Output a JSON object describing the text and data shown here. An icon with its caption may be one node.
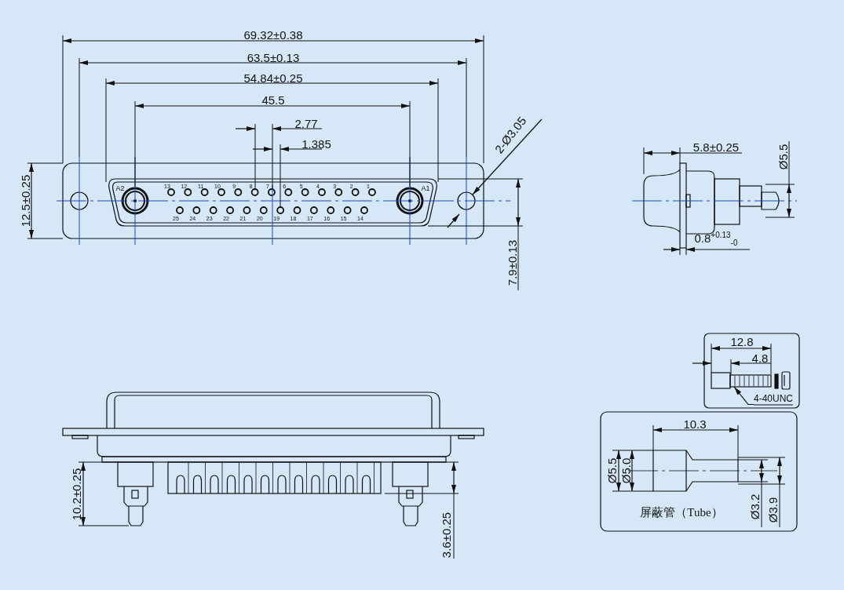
{
  "diagram": {
    "nodes": [
      {
        "text": [
          "4-40UNC"
        ]
      },
      {
        "text": [],
        "shape": "picture"
      }
    ],
    "edges": [
      {
        "from": 0,
        "to": 1,
        "arrow": "to"
      }
    ],
    "labels": [
      "69.32±0.38",
      "63.5±0.13",
      "54.84±0.25",
      "45.5",
      "2.77",
      "1.385",
      "2-Ø3.05",
      "5.8±0.25",
      "Ø5.5",
      "12.5±0.25",
      "A2",
      "13",
      "12",
      "11",
      "10",
      "9",
      "8",
      "7",
      "6",
      "5",
      "4",
      "3",
      "2",
      "1",
      "A1",
      "25",
      "24",
      "23",
      "22",
      "21",
      "20",
      "19",
      "18",
      "17",
      "16",
      "15",
      "14",
      "0.8$^{+0.13}$$_{-0}$",
      "7.9±0.13",
      "12.8",
      "4.8",
      "10.3",
      "Ø5.5",
      "Ø5.0",
      "屏蔽管（Tube）",
      "Ø3.2",
      "Ø3.9",
      "10.2±0.25",
      "3.6±0.25"
    ]
  }
}
